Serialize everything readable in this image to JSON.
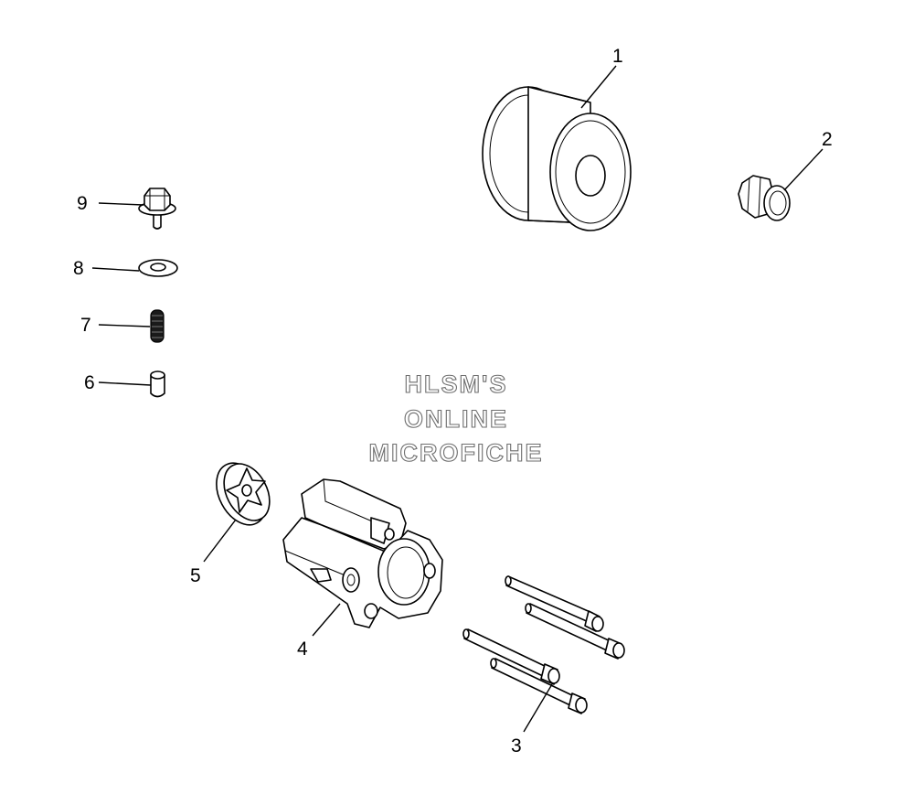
{
  "callouts": {
    "c1": "1",
    "c2": "2",
    "c3": "3",
    "c4": "4",
    "c5": "5",
    "c6": "6",
    "c7": "7",
    "c8": "8",
    "c9": "9"
  },
  "watermark": {
    "line1": "HLSM'S",
    "line2": "ONLINE",
    "line3": "MICROFICHE"
  },
  "parts": [
    {
      "ref": "1",
      "depiction": "oil filter"
    },
    {
      "ref": "2",
      "depiction": "fitting"
    },
    {
      "ref": "3",
      "depiction": "bolts (4)"
    },
    {
      "ref": "4",
      "depiction": "oil pump body"
    },
    {
      "ref": "5",
      "depiction": "pump rotor"
    },
    {
      "ref": "6",
      "depiction": "dowel pin"
    },
    {
      "ref": "7",
      "depiction": "stud"
    },
    {
      "ref": "8",
      "depiction": "washer"
    },
    {
      "ref": "9",
      "depiction": "flange bolt"
    }
  ]
}
